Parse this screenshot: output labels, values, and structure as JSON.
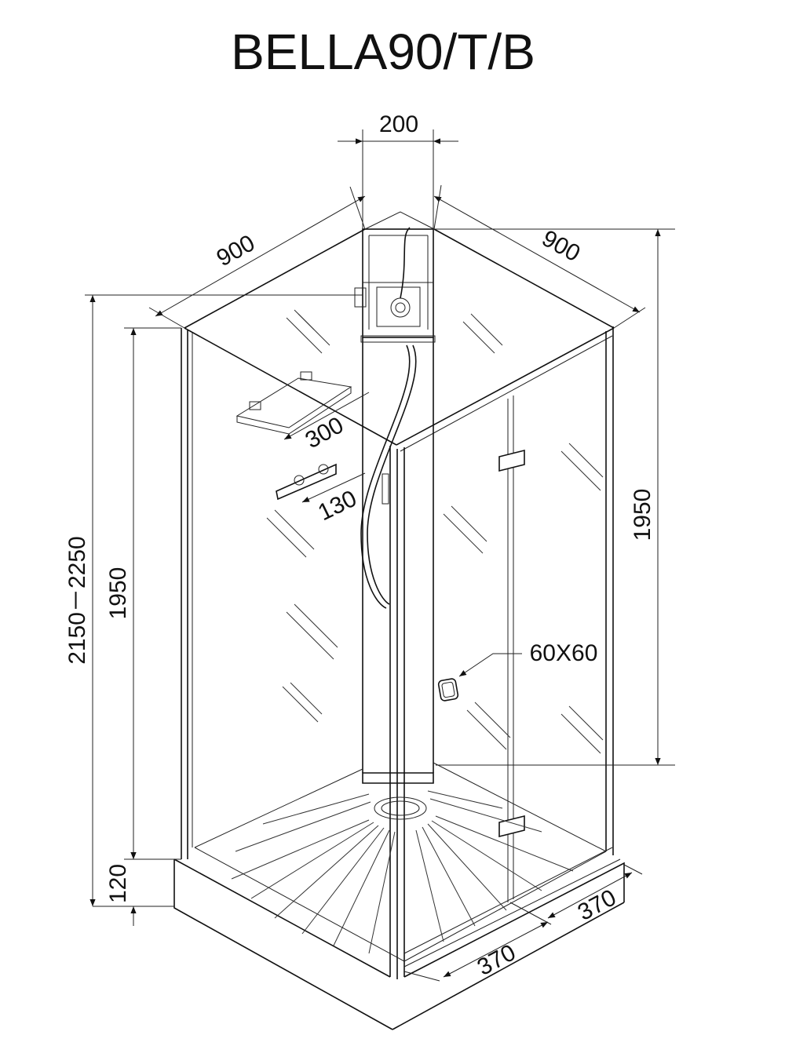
{
  "title": "BELLA90/T/B",
  "dimensions": {
    "column_width": "200",
    "left_width": "900",
    "right_width": "900",
    "shelf": "300",
    "mixer": "130",
    "right_height": "1950",
    "total_height": "2150－2250",
    "left_height": "1950",
    "tray_height": "120",
    "handle": "60X60",
    "door_right": "370",
    "door_left": "370"
  },
  "colors": {
    "line": "#111111",
    "background": "#ffffff"
  }
}
